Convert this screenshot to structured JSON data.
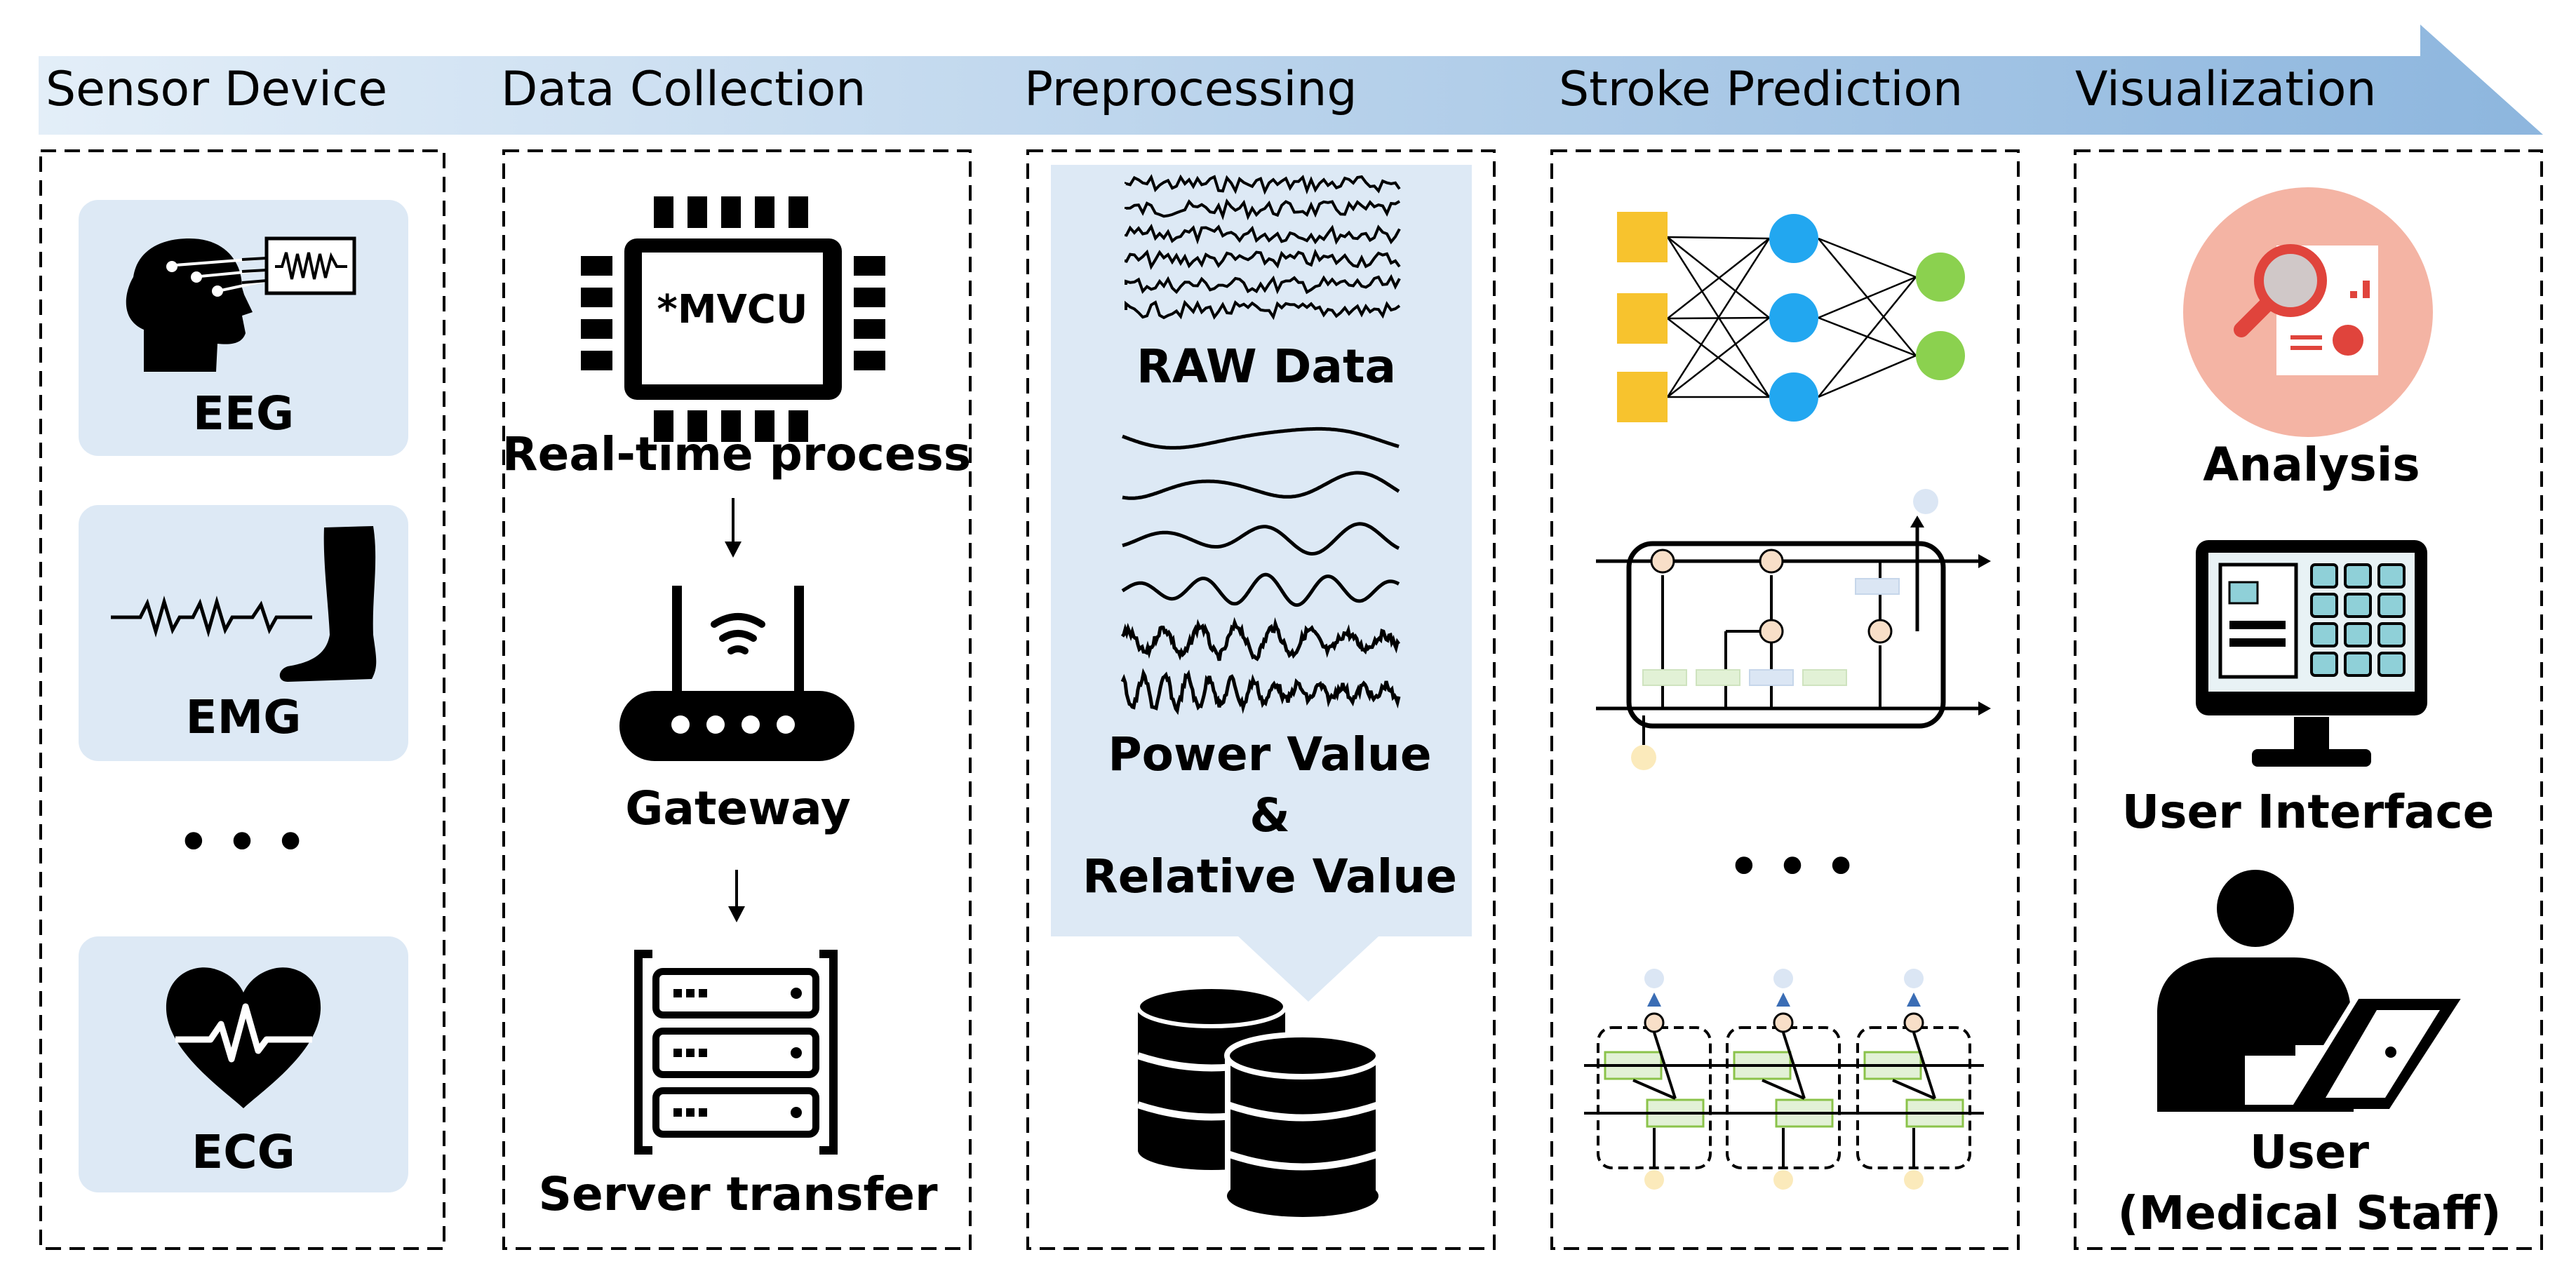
{
  "colors": {
    "arrow_fill_light": "#e3eef8",
    "arrow_fill_dark": "#8db6de",
    "panel_fill": "#dde9f5",
    "black": "#000000",
    "yellow_node": "#f7c32e",
    "blue_node": "#22a7f0",
    "green_node": "#8bd14f",
    "lstm_gate": "#f8dfc8",
    "lstm_box_green": "#e2f1d6",
    "lstm_box_blue": "#dbe6f4",
    "analysis_circle": "#f4b4a4",
    "analysis_glass": "#e0443c"
  },
  "header": {
    "stages": [
      {
        "label": "Sensor Device"
      },
      {
        "label": "Data Collection"
      },
      {
        "label": "Preprocessing"
      },
      {
        "label": "Stroke Prediction"
      },
      {
        "label": "Visualization"
      }
    ]
  },
  "sensor": {
    "items": [
      {
        "label": "EEG",
        "icon": "head-eeg-icon"
      },
      {
        "label": "EMG",
        "icon": "leg-emg-icon"
      },
      {
        "label": "ECG",
        "icon": "heart-ecg-icon"
      }
    ],
    "more": "• • •"
  },
  "collection": {
    "chip_label": "*MVCU",
    "step1": "Real-time process",
    "step2": "Gateway",
    "step3": "Server transfer"
  },
  "preprocessing": {
    "raw_label": "RAW Data",
    "power_line1": "Power Value",
    "power_line2": "&",
    "power_line3": "Relative Value"
  },
  "prediction": {
    "more": "• • •",
    "models": [
      "neural-network-icon",
      "lstm-cell-icon",
      "bi-lstm-icon"
    ]
  },
  "visualization": {
    "analysis": "Analysis",
    "ui": "User Interface",
    "user_line1": "User",
    "user_line2": "(Medical Staff)"
  }
}
